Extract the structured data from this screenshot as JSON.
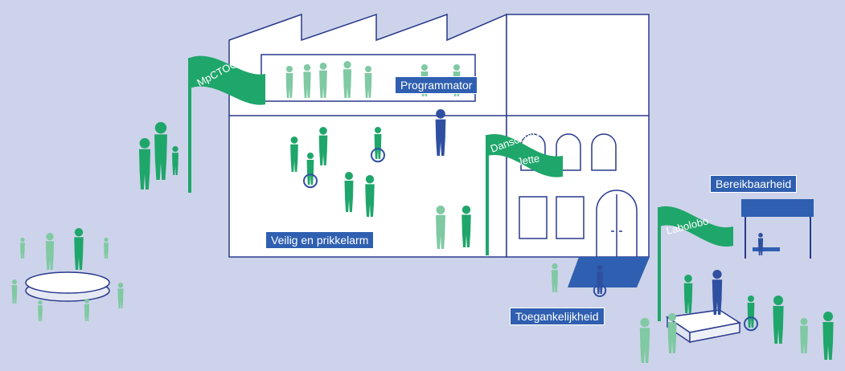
{
  "colors": {
    "background": "#cdd3ea",
    "building_fill": "#ffffff",
    "building_stroke": "#2a3a8c",
    "accent_green": "#1fa66a",
    "light_green": "#7fc9a3",
    "figure_blue": "#2f4fa0",
    "label_blue": "#2f5fb0"
  },
  "labels": {
    "programmator": "Programmator",
    "veilig": "Veilig en prikkelarm",
    "toegankelijkheid": "Toegankelijkheid",
    "bereikbaarheid": "Bereikbaarheid"
  },
  "flags": {
    "mpc": "MpCTOOP",
    "danscentrum_line1": "Danscentrum",
    "danscentrum_line2": "Jette",
    "labolobo": "Labolobo"
  },
  "icons": [
    "flag-icon",
    "person-icon",
    "wheelchair-icon",
    "bench-icon",
    "door-icon"
  ]
}
